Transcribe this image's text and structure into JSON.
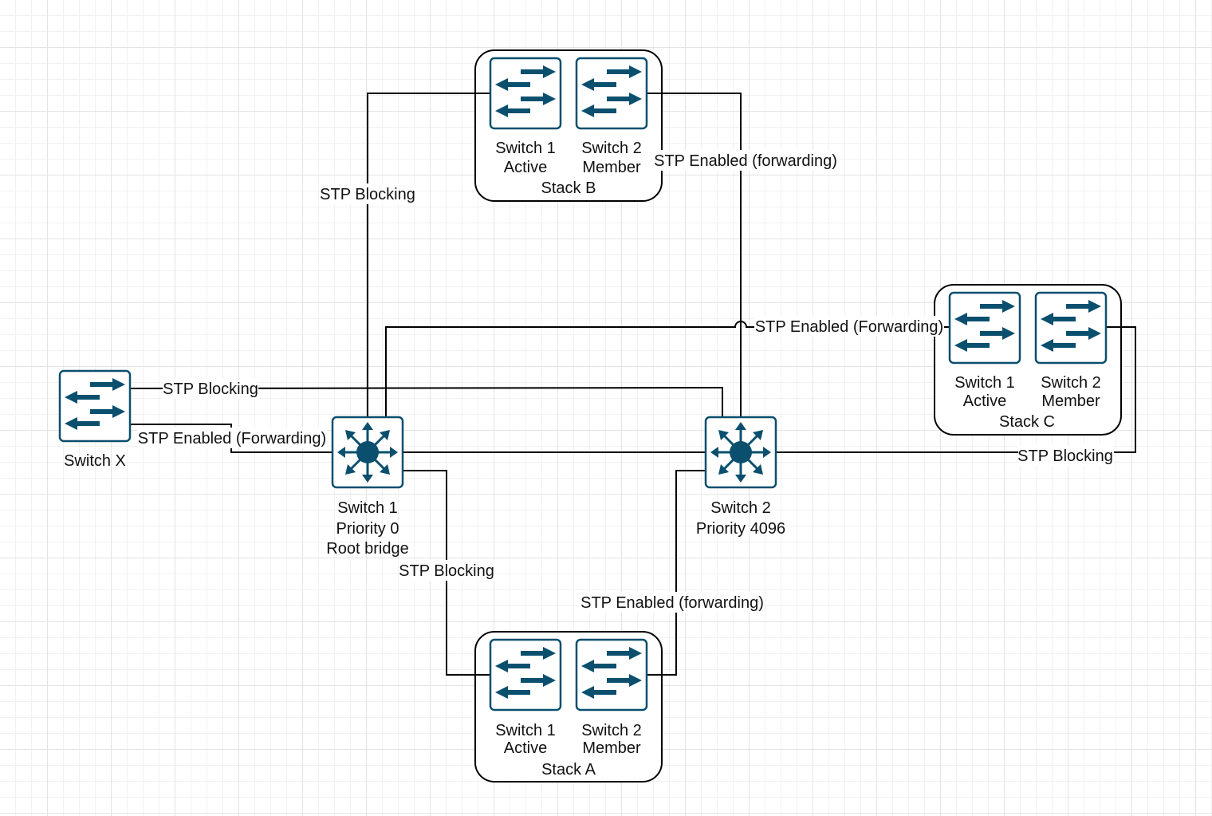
{
  "stack_b": {
    "switch1": {
      "name": "Switch 1",
      "role": "Active"
    },
    "switch2": {
      "name": "Switch 2",
      "role": "Member"
    },
    "name": "Stack B"
  },
  "stack_a": {
    "switch1": {
      "name": "Switch 1",
      "role": "Active"
    },
    "switch2": {
      "name": "Switch 2",
      "role": "Member"
    },
    "name": "Stack A"
  },
  "stack_c": {
    "switch1": {
      "name": "Switch 1",
      "role": "Active"
    },
    "switch2": {
      "name": "Switch 2",
      "role": "Member"
    },
    "name": "Stack C"
  },
  "switch_x": {
    "name": "Switch X"
  },
  "core1": {
    "name": "Switch 1",
    "priority": "Priority 0",
    "role": "Root bridge"
  },
  "core2": {
    "name": "Switch 2",
    "priority": "Priority 4096"
  },
  "links": {
    "core1_to_stack_b": "STP Blocking",
    "core2_to_stack_b": "STP Enabled (forwarding)",
    "core1_to_stack_c": "STP Enabled (Forwarding)",
    "x_to_core2": "STP Blocking",
    "x_to_core1": "STP Enabled (Forwarding)",
    "core2_to_stack_c": "STP Blocking",
    "core1_to_stack_a": "STP Blocking",
    "core2_to_stack_a": "STP Enabled (forwarding)"
  },
  "colors": {
    "icon": "#0a4f6e",
    "line": "#000000"
  }
}
